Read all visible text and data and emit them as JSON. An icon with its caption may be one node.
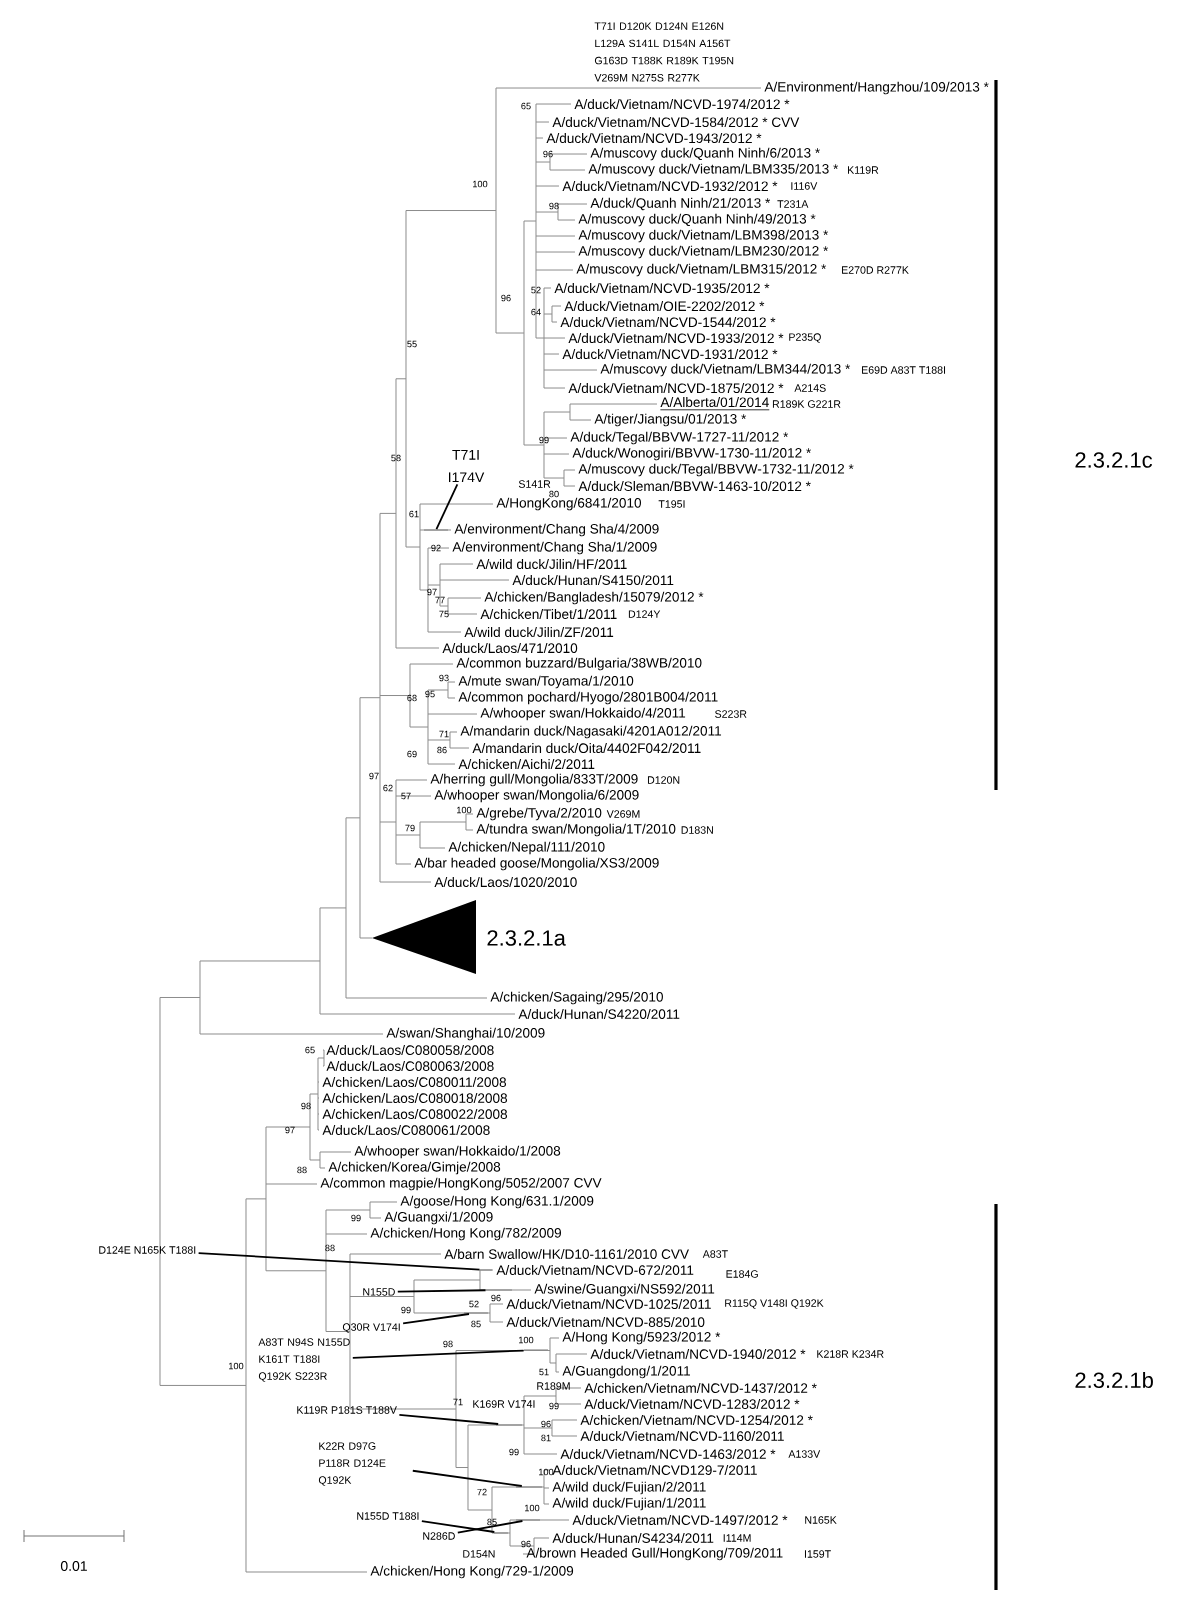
{
  "diagram": {
    "nodes": [
      {
        "text": [
          "T71I I174V"
        ]
      },
      {
        "text": [
          "D124E N165K T188I"
        ]
      },
      {
        "text": [
          "N155D"
        ]
      },
      {
        "text": [
          "Q30R V174I"
        ]
      },
      {
        "text": [
          "A83T N94S N155D K161T T188I Q192K S223R"
        ]
      },
      {
        "text": [
          "K119R P181S T188V"
        ]
      },
      {
        "text": [
          "K22R D97G P118R D124E Q192K"
        ]
      },
      {
        "text": [
          "N155D T188I"
        ]
      },
      {
        "text": [
          "N286D"
        ]
      },
      {
        "text": [],
        "shape": "bar"
      },
      {
        "text": [],
        "shape": "bar"
      },
      {
        "text": [],
        "shape": "bar"
      },
      {
        "text": [],
        "shape": "bar"
      },
      {
        "text": [],
        "shape": "bar"
      },
      {
        "text": [],
        "shape": "bar"
      },
      {
        "text": [],
        "shape": "bar"
      },
      {
        "text": [],
        "shape": "bar"
      },
      {
        "text": [],
        "shape": "bar"
      }
    ],
    "edges": [
      {
        "from": 0,
        "to": 9,
        "arrow": "none"
      },
      {
        "from": 1,
        "to": 10,
        "arrow": "none"
      },
      {
        "from": 2,
        "to": 11,
        "arrow": "none"
      },
      {
        "from": 3,
        "to": 12,
        "arrow": "none"
      },
      {
        "from": 4,
        "to": 13,
        "arrow": "none"
      },
      {
        "from": 5,
        "to": 14,
        "arrow": "none"
      },
      {
        "from": 6,
        "to": 15,
        "arrow": "none"
      },
      {
        "from": 7,
        "to": 16,
        "arrow": "none"
      },
      {
        "from": 8,
        "to": 17,
        "arrow": "none"
      }
    ],
    "labels": [
      "A/Environment/Hangzhou/109/2013 *",
      "A/duck/Vietnam/NCVD-1974/2012 *",
      "A/duck/Vietnam/NCVD-1584/2012 * CVV",
      "A/duck/Vietnam/NCVD-1943/2012 *",
      "A/muscovy duck/Quanh Ninh/6/2013 *",
      "A/muscovy duck/Vietnam/LBM335/2013 *",
      "A/duck/Vietnam/NCVD-1932/2012 *",
      "A/duck/Quanh Ninh/21/2013 *",
      "A/muscovy duck/Quanh Ninh/49/2013 *",
      "A/muscovy duck/Vietnam/LBM398/2013 *",
      "A/muscovy duck/Vietnam/LBM230/2012 *",
      "A/muscovy duck/Vietnam/LBM315/2012 *",
      "A/duck/Vietnam/NCVD-1935/2012 *",
      "A/duck/Vietnam/OIE-2202/2012 *",
      "A/duck/Vietnam/NCVD-1544/2012 *",
      "A/duck/Vietnam/NCVD-1933/2012 *",
      "A/duck/Vietnam/NCVD-1931/2012 *",
      "A/muscovy duck/Vietnam/LBM344/2013 *",
      "A/duck/Vietnam/NCVD-1875/2012 *",
      "A/Alberta/01/2014",
      "A/tiger/Jiangsu/01/2013 *",
      "A/duck/Tegal/BBVW-1727-11/2012 *",
      "A/duck/Wonogiri/BBVW-1730-11/2012 *",
      "A/muscovy duck/Tegal/BBVW-1732-11/2012 *",
      "A/duck/Sleman/BBVW-1463-10/2012 *",
      "A/HongKong/6841/2010",
      "A/environment/Chang Sha/4/2009",
      "A/environment/Chang Sha/1/2009",
      "A/wild duck/Jilin/HF/2011",
      "A/duck/Hunan/S4150/2011",
      "A/chicken/Bangladesh/15079/2012 *",
      "A/chicken/Tibet/1/2011",
      "A/wild duck/Jilin/ZF/2011",
      "A/duck/Laos/471/2010",
      "A/common buzzard/Bulgaria/38WB/2010",
      "A/mute swan/Toyama/1/2010",
      "A/common pochard/Hyogo/2801B004/2011",
      "A/whooper swan/Hokkaido/4/2011",
      "A/mandarin duck/Nagasaki/4201A012/2011",
      "A/mandarin duck/Oita/4402F042/2011",
      "A/chicken/Aichi/2/2011",
      "A/herring gull/Mongolia/833T/2009",
      "A/whooper swan/Mongolia/6/2009",
      "A/grebe/Tyva/2/2010",
      "A/tundra swan/Mongolia/1T/2010",
      "A/chicken/Nepal/111/2010",
      "A/bar headed goose/Mongolia/XS3/2009",
      "A/duck/Laos/1020/2010",
      "A/chicken/Sagaing/295/2010",
      "A/duck/Hunan/S4220/2011",
      "A/swan/Shanghai/10/2009",
      "A/duck/Laos/C080058/2008",
      "A/duck/Laos/C080063/2008",
      "A/chicken/Laos/C080011/2008",
      "A/chicken/Laos/C080018/2008",
      "A/chicken/Laos/C080022/2008",
      "A/duck/Laos/C080061/2008",
      "A/whooper swan/Hokkaido/1/2008",
      "A/chicken/Korea/Gimje/2008",
      "A/common magpie/HongKong/5052/2007 CVV",
      "A/goose/Hong Kong/631.1/2009",
      "A/Guangxi/1/2009",
      "A/chicken/Hong Kong/782/2009",
      "A/barn Swallow/HK/D10-1161/2010 CVV",
      "A/duck/Vietnam/NCVD-672/2011",
      "A/swine/Guangxi/NS592/2011",
      "A/duck/Vietnam/NCVD-1025/2011",
      "A/duck/Vietnam/NCVD-885/2010",
      "A/Hong Kong/5923/2012 *",
      "A/duck/Vietnam/NCVD-1940/2012 *",
      "A/Guangdong/1/2011",
      "A/chicken/Vietnam/NCVD-1437/2012 *",
      "A/duck/Vietnam/NCVD-1283/2012 *",
      "A/chicken/Vietnam/NCVD-1254/2012 *",
      "A/duck/Vietnam/NCVD-1160/2011",
      "A/duck/Vietnam/NCVD-1463/2012 *",
      "A/duck/Vietnam/NCVD129-7/2011",
      "A/wild duck/Fujian/2/2011",
      "A/wild duck/Fujian/1/2011",
      "A/duck/Vietnam/NCVD-1497/2012 *",
      "A/duck/Hunan/S4234/2011",
      "A/brown Headed Gull/HongKong/709/2011",
      "A/chicken/Hong Kong/729-1/2009",
      "K119R",
      "I116V",
      "T231A",
      "E270D R277K",
      "P235Q",
      "E69D A83T T188I",
      "A214S",
      "R189K G221R",
      "T195I",
      "D124Y",
      "S223R",
      "D120N",
      "V269M",
      "D183N",
      "A83T",
      "E184G",
      "R115Q V148I Q192K",
      "K218R K234R",
      "A133V",
      "N165K",
      "I114M",
      "I159T",
      "T71I D120K D124N E126N L129A S141L D154N A156T G163D T188K R189K T195N V269M N275S R277K",
      "S141R",
      "R189M",
      "K169R V174I",
      "D154N",
      "65",
      "96",
      "100",
      "98",
      "52",
      "96",
      "64",
      "55",
      "99",
      "58",
      "80",
      "61",
      "92",
      "97",
      "77",
      "75",
      "93",
      "95",
      "68",
      "71",
      "86",
      "69",
      "97",
      "62",
      "57",
      "100",
      "79",
      "65",
      "98",
      "97",
      "88",
      "99",
      "88",
      "96",
      "99",
      "52",
      "85",
      "98",
      "100",
      "100",
      "51",
      "71",
      "99",
      "96",
      "81",
      "99",
      "100",
      "72",
      "100",
      "85",
      "96",
      "2.3.2.1c",
      "2.3.2.1a",
      "2.3.2.1b",
      "0.01"
    ]
  }
}
